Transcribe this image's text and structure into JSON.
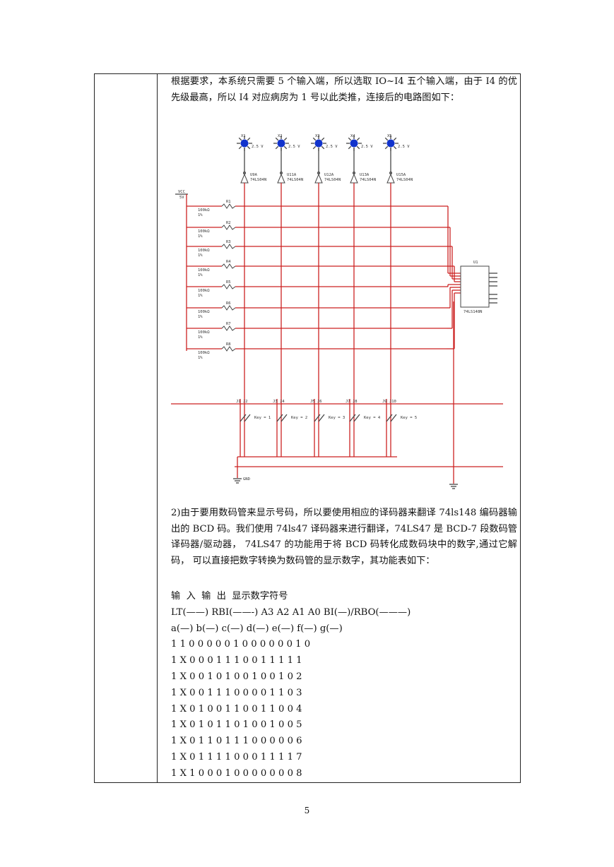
{
  "intro_paragraph": "根据要求，本系统只需要 5 个输入端，所以选取 IO~I4 五个输入端，由于 I4 的优先级最高，所以 I4 对应病房为 1 号以此类推，连接后的电路图如下：",
  "circuit": {
    "leds": [
      "X1",
      "X2",
      "X3",
      "X4",
      "X5"
    ],
    "led_voltage": "2.5 V",
    "inverters": [
      {
        "ref": "U9A",
        "part": "74LS04N"
      },
      {
        "ref": "U11A",
        "part": "74LS04N"
      },
      {
        "ref": "U12A",
        "part": "74LS04N"
      },
      {
        "ref": "U13A",
        "part": "74LS04N"
      },
      {
        "ref": "U15A",
        "part": "74LS04N"
      }
    ],
    "vcc_label": "VCC",
    "vcc_voltage": "5V",
    "resistors": [
      "R1",
      "R2",
      "R3",
      "R4",
      "R5",
      "R6",
      "R7",
      "R8"
    ],
    "resistor_value": "100kΩ",
    "resistor_pct": "1%",
    "encoder_ref": "U1",
    "encoder_part": "74LS148N",
    "keys": [
      "Key = 1",
      "Key = 2",
      "Key = 3",
      "Key = 4",
      "Key = 5"
    ],
    "switch_labels": [
      "J1 J2",
      "J3 J4",
      "J5 J6",
      "J7 J8",
      "J9 J10"
    ],
    "ground_label": "GND"
  },
  "decoder_paragraph": "2)由于要用数码管来显示号码，所以要使用相应的译码器来翻译 74ls148 编码器输出的 BCD 码。我们使用 74ls47 译码器来进行翻译，74LS47 是 BCD-7 段数码管译码器/驱动器， 74LS47 的功能用于将 BCD 码转化成数码块中的数字,通过它解码， 可以直接把数字转换为数码管的显示数字，其功能表如下：",
  "table_lines": [
    "输  入  输  出  显示数字符号",
    "LT(——) RBI(——-) A3 A2 A1 A0 BI(—)/RBO(———)",
    "a(—) b(—) c(—) d(—) e(—) f(—) g(—)",
    "1 1 0 0 0 0 0 1 0 0 0 0 0 0 1 0",
    "1 X 0 0 0 1 1 1 0 0 1 1 1 1 1",
    "1 X 0 0 1 0 1 0 0 1 0 0 1 0 2",
    "1 X 0 0 1 1 1 0 0 0 0 1 1 0 3",
    "1 X 0 1 0 0 1 1 0 0 1 1 0 0 4",
    "1 X 0 1 0 1 1 0 1 0 0 1 0 0 5",
    "1 X 0 1 1 0 1 1 1 0 0 0 0 0 6",
    "1 X 0 1 1 1 1 0 0 0 1 1 1 1 7",
    "1 X 1 0 0 0 1 0 0 0 0 0 0 0 8"
  ],
  "page_number": "5"
}
